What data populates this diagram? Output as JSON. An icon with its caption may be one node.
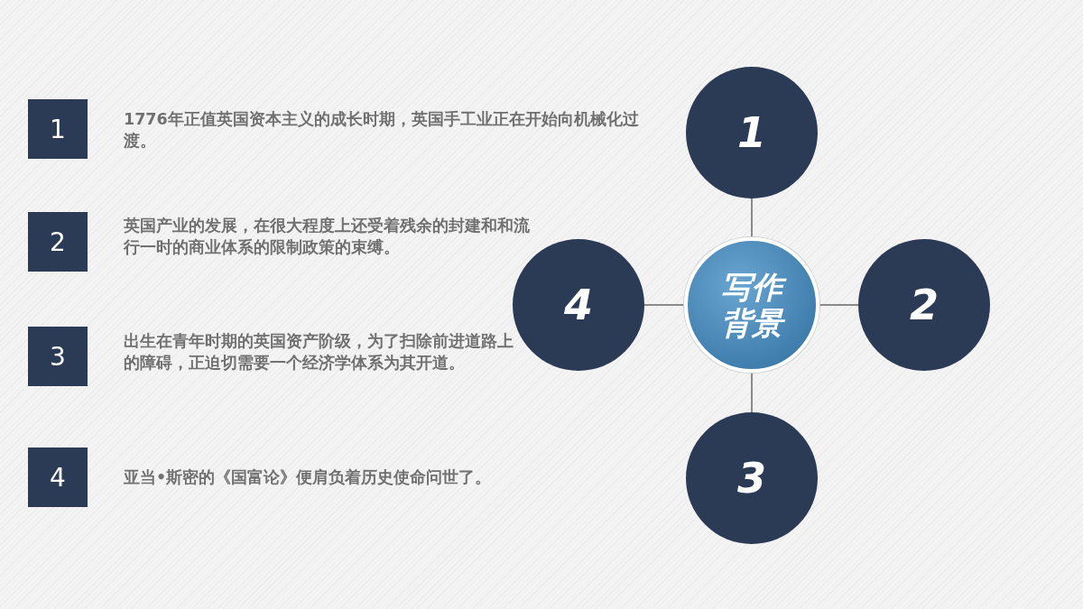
{
  "diagram": {
    "nodes": [
      {
        "text": [
          "1"
        ]
      },
      {
        "text": [
          "2"
        ]
      },
      {
        "text": [
          "3"
        ]
      },
      {
        "text": [
          "4"
        ]
      },
      {
        "text": [
          "1"
        ]
      },
      {
        "text": [
          "4"
        ]
      },
      {
        "text": [
          "写作背景"
        ]
      },
      {
        "text": [
          "2"
        ]
      },
      {
        "text": [
          "3"
        ]
      }
    ],
    "edges": [
      {
        "from": 6,
        "to": 4,
        "arrow": "none"
      },
      {
        "from": 6,
        "to": 5,
        "arrow": "none"
      },
      {
        "from": 6,
        "to": 7,
        "arrow": "none"
      },
      {
        "from": 6,
        "to": 8,
        "arrow": "none"
      }
    ],
    "labels": [
      "1776年正值英国资本主义的成长时期，英国手工业正在开始向机械化过渡。",
      "英国产业的发展，在很大程度上还受着残余的封建和和流行一时的商业体系的限制政策的束缚。",
      "出生在青年时期的英国资产阶级，为了扫除前进道路上的障碍，正迫切需要一个经济学体系为其开道。",
      "亚当•斯密的《国富论》便肩负着历史使命问世了。"
    ]
  }
}
